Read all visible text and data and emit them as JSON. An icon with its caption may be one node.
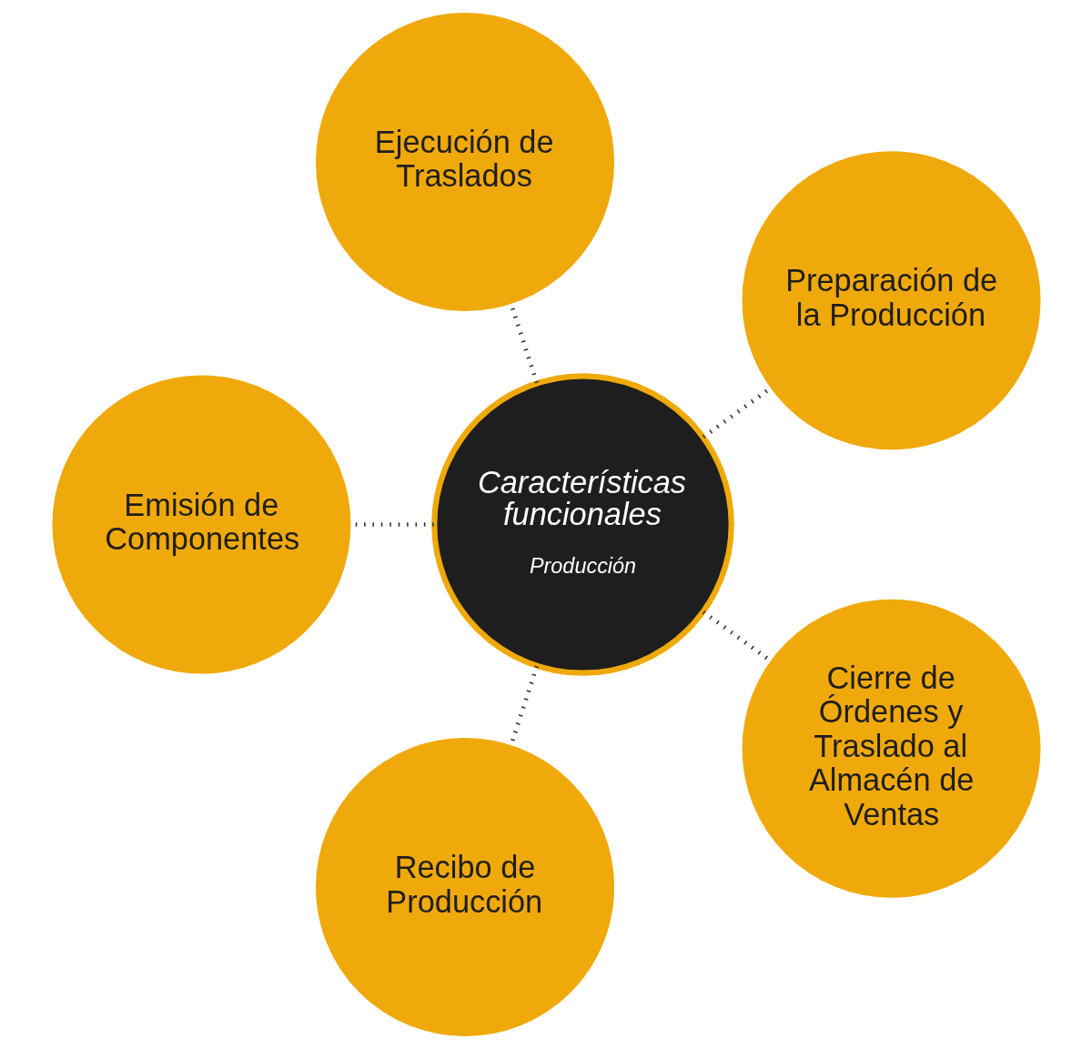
{
  "diagram": {
    "nodes": [
      {
        "text": [
          "Características funcionales",
          "Producción"
        ]
      },
      {
        "text": [
          "Preparación de la Producción"
        ]
      },
      {
        "text": [
          "Ejecución de Traslados"
        ]
      },
      {
        "text": [
          "Emisión de Componentes"
        ]
      },
      {
        "text": [
          "Recibo de Producción"
        ]
      },
      {
        "text": [
          "Cierre de Órdenes y Traslado al Almacén de Ventas"
        ]
      }
    ],
    "edges": [
      {
        "from": 0,
        "to": 1,
        "arrow": "none",
        "style": "dashed"
      },
      {
        "from": 0,
        "to": 2,
        "arrow": "none",
        "style": "dashed"
      },
      {
        "from": 0,
        "to": 3,
        "arrow": "none",
        "style": "dashed"
      },
      {
        "from": 0,
        "to": 4,
        "arrow": "none",
        "style": "dashed"
      },
      {
        "from": 0,
        "to": 5,
        "arrow": "none",
        "style": "dashed"
      }
    ]
  }
}
